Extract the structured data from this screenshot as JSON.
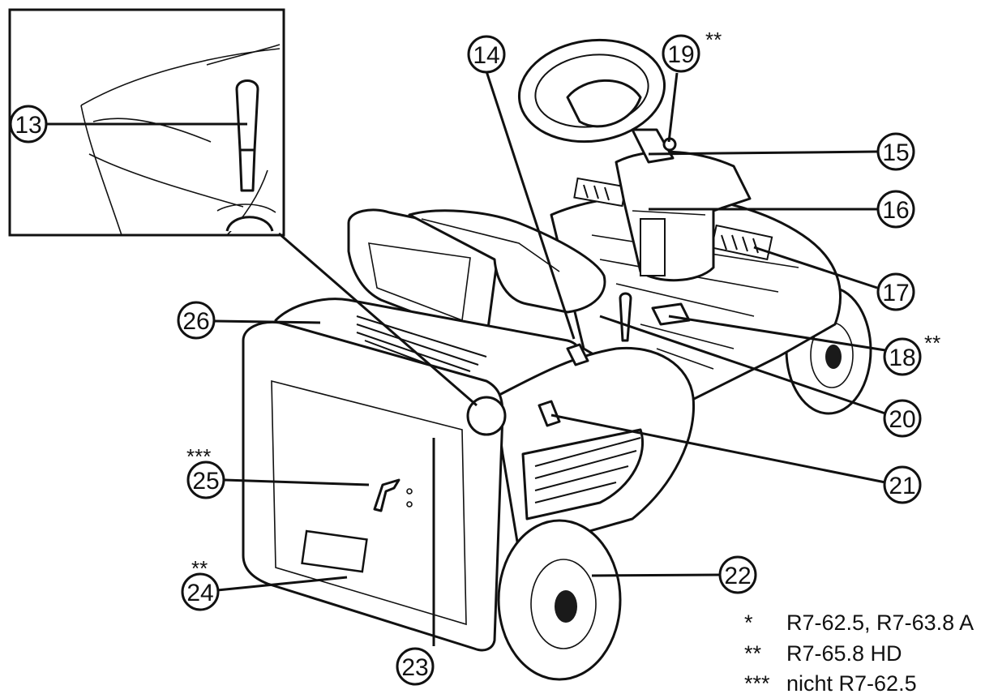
{
  "callouts": {
    "c13": "13",
    "c14": "14",
    "c15": "15",
    "c16": "16",
    "c17": "17",
    "c18": "18",
    "c19": "19",
    "c20": "20",
    "c21": "21",
    "c22": "22",
    "c23": "23",
    "c24": "24",
    "c25": "25",
    "c26": "26"
  },
  "marks": {
    "m19": "**",
    "m18": "**",
    "m25": "***",
    "m24": "**"
  },
  "legend": [
    {
      "marker": "*",
      "text": "R7-62.5, R7-63.8 A"
    },
    {
      "marker": "**",
      "text": "R7-65.8 HD"
    },
    {
      "marker": "***",
      "text": "nicht R7-62.5"
    }
  ]
}
